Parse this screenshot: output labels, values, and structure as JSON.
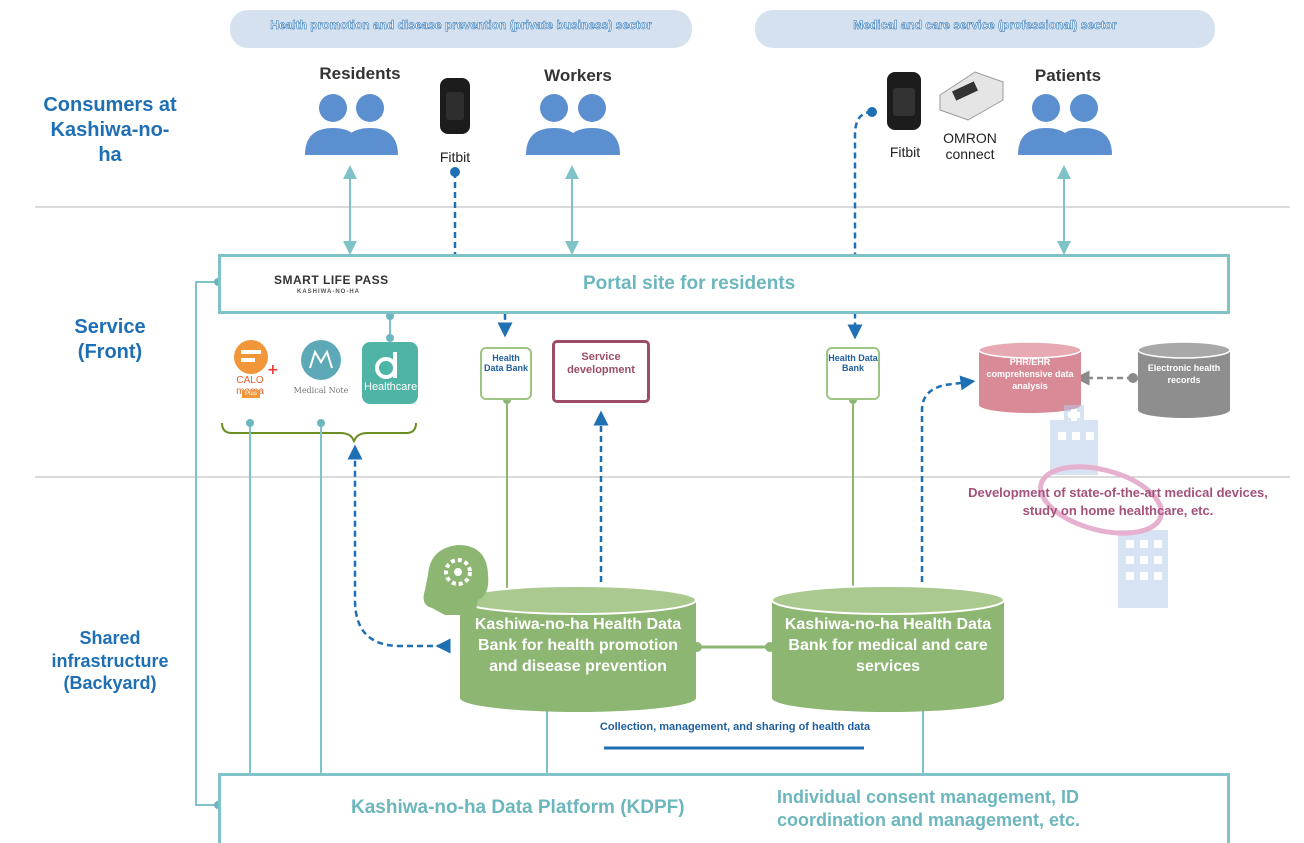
{
  "sectors": {
    "health_promotion": "Health promotion and disease prevention (private business) sector",
    "medical_care": "Medical and care service (professional) sector"
  },
  "rows": {
    "consumers": "Consumers at Kashiwa-no-ha",
    "service": "Service (Front)",
    "shared": "Shared infrastructure (Backyard)"
  },
  "consumers": {
    "residents": "Residents",
    "workers": "Workers",
    "patients": "Patients",
    "fitbit": "Fitbit",
    "fitbit2": "Fitbit",
    "omron": "OMRON connect"
  },
  "portal": {
    "logo_title": "SMART LIFE PASS",
    "logo_sub": "KASHIWA-NO-HA",
    "label": "Portal site for residents"
  },
  "apps": {
    "calo": "CALO mama",
    "calo_badge": "Plus",
    "medical_note": "Medical Note",
    "healthcare": "Healthcare"
  },
  "service": {
    "hdb_label": "Health Data Bank",
    "hdb_label2": "Health Data Bank",
    "service_dev": "Service development",
    "phr": "PHR/EHR comprehensive data analysis",
    "ehr": "Electronic health records",
    "devices": "Development of state-of-the-art medical devices, study on home healthcare, etc."
  },
  "banks": {
    "health_promotion": "Kashiwa-no-ha Health Data Bank for health promotion and disease prevention",
    "medical": "Kashiwa-no-ha Health Data Bank for medical and care services",
    "collection": "Collection, management, and sharing of health data"
  },
  "platform": {
    "label": "Kashiwa-no-ha Data Platform (KDPF)",
    "consent": "Individual consent management, ID coordination and management, etc."
  },
  "colors": {
    "blue": "#1f6fb5",
    "teal": "#7fc2c8",
    "green": "#8db673",
    "purple": "#9d4d6a",
    "pink": "#d98a97",
    "gray": "#8a8a8a"
  }
}
